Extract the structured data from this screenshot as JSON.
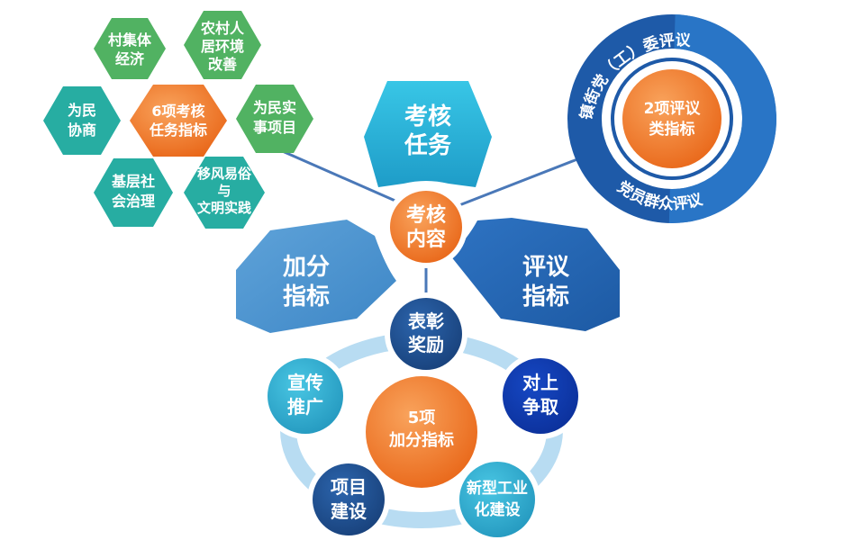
{
  "center": {
    "line1": "考核",
    "line2": "内容"
  },
  "petals": {
    "task": {
      "line1": "考核",
      "line2": "任务"
    },
    "bonus": {
      "line1": "加分",
      "line2": "指标"
    },
    "review": {
      "line1": "评议",
      "line2": "指标"
    }
  },
  "task_cluster": {
    "hub": {
      "line1": "6项考核",
      "line2": "任务指标"
    },
    "items": [
      {
        "lines": [
          "村集体",
          "经济"
        ]
      },
      {
        "lines": [
          "农村人",
          "居环境",
          "改善"
        ]
      },
      {
        "lines": [
          "为民",
          "协商"
        ]
      },
      {
        "lines": [
          "为民实",
          "事项目"
        ]
      },
      {
        "lines": [
          "基层社",
          "会治理"
        ]
      },
      {
        "lines": [
          "移风易俗",
          "与",
          "文明实践"
        ]
      }
    ]
  },
  "review_cluster": {
    "hub": {
      "line1": "2项评议",
      "line2": "类指标"
    },
    "ring_top": "镇街党（工）委评议",
    "ring_bottom": "党员群众评议"
  },
  "bonus_cluster": {
    "hub": {
      "line1": "5项",
      "line2": "加分指标"
    },
    "items": [
      {
        "line1": "表彰",
        "line2": "奖励"
      },
      {
        "line1": "对上",
        "line2": "争取"
      },
      {
        "line1": "新型工业",
        "line2": "化建设"
      },
      {
        "line1": "项目",
        "line2": "建设"
      },
      {
        "line1": "宣传",
        "line2": "推广"
      }
    ]
  },
  "colors": {
    "orange": "#ee7623",
    "green": "#52b361",
    "teal": "#27ada2",
    "cyan": "#2bb0d4",
    "navy": "#1f4e8c",
    "blue": "#3a7fc8",
    "ring": "#b8dcf2"
  }
}
